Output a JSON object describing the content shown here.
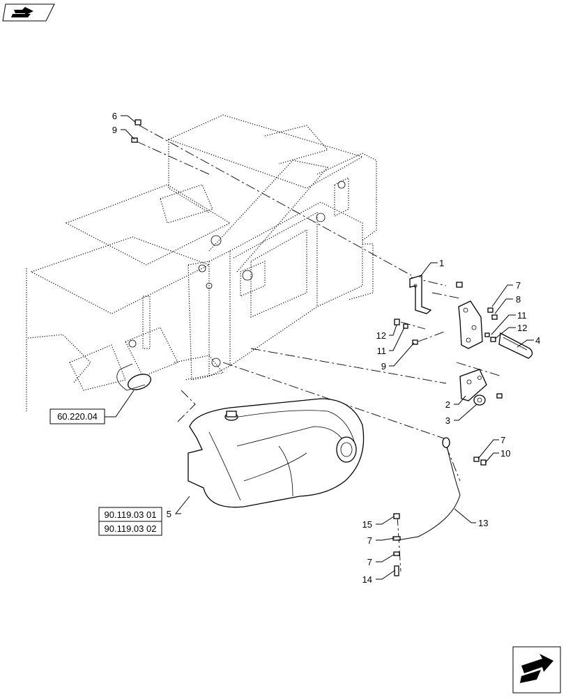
{
  "icons": {
    "top_left": "book-navigation-icon",
    "bottom_right": "next-page-arrow-icon"
  },
  "references": {
    "ref_60": "60.220.04",
    "ref_90a": "90.119.03 01",
    "ref_90b": "90.119.03 02"
  },
  "callouts": {
    "c1": "1",
    "c2": "2",
    "c3": "3",
    "c4": "4",
    "c5": "5",
    "c6": "6",
    "c7a": "7",
    "c7b": "7",
    "c7c": "7",
    "c7d": "7",
    "c8": "8",
    "c9a": "9",
    "c9b": "9",
    "c10": "10",
    "c11a": "11",
    "c11b": "11",
    "c12a": "12",
    "c12b": "12",
    "c13": "13",
    "c14": "14",
    "c15": "15"
  }
}
